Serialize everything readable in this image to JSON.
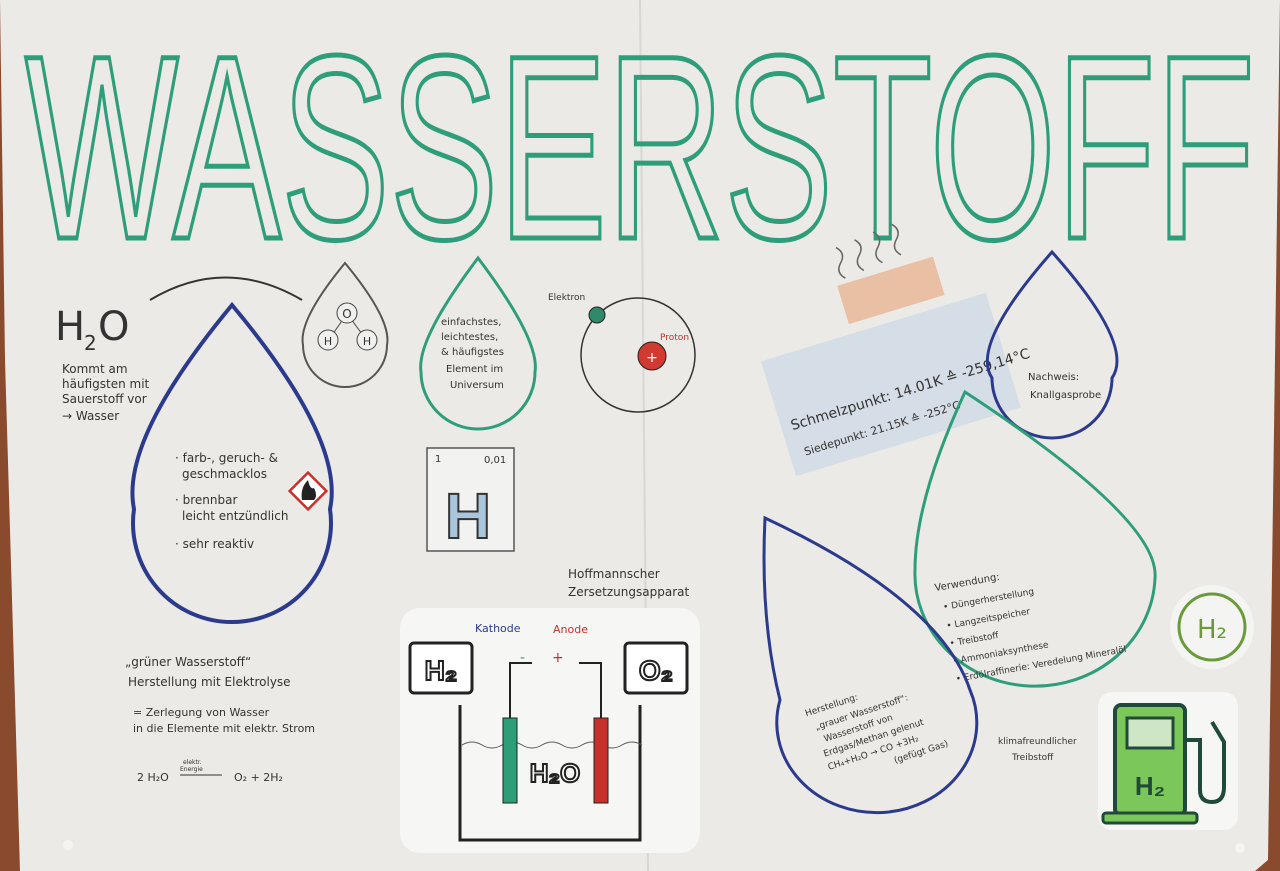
{
  "title": "WASSERSTOFF",
  "formula": {
    "h": "H",
    "sub": "2",
    "o": "O"
  },
  "left_note": [
    "Kommt am",
    "häufigsten mit",
    "Sauerstoff vor",
    "→ Wasser"
  ],
  "properties": [
    "· farb-, geruch- &",
    "geschmacklos",
    "· brennbar",
    "leicht entzündlich",
    "· sehr reaktiv"
  ],
  "molecule": {
    "center": "O",
    "left": "H",
    "right": "H"
  },
  "simple_drop": [
    "einfachstes,",
    "leichtestes,",
    "& häufigstes",
    "Element im",
    "Universum"
  ],
  "atom": {
    "electron": "Elektron",
    "proton": "Proton",
    "proton_sign": "+"
  },
  "element_card": {
    "number": "1",
    "mass": "0,01",
    "symbol": "H"
  },
  "points": {
    "melting": "Schmelzpunkt: 14.01K ≙ -259,14°C",
    "boiling": "Siedepunkt: 21.15K ≙ -252°C"
  },
  "nachweis": {
    "label": "Nachweis:",
    "value": "Knallgasprobe"
  },
  "verwendung": {
    "label": "Verwendung:",
    "items": [
      "• Düngerherstellung",
      "• Langzeitspeicher",
      "• Treibstoff",
      "• Ammoniaksynthese",
      "• Erdölraffinerie: Veredelung Mineralöl"
    ]
  },
  "herstellung": {
    "label": "Herstellung:",
    "lines": [
      "„grauer Wasserstoff“:",
      "Wasserstoff von",
      "Erdgas/Methan gelenut",
      "CH₄+H₂O → CO +3H₂",
      "(gefügt Gas)"
    ]
  },
  "climate": [
    "klimafreundlicher",
    "Treibstoff"
  ],
  "green": {
    "title": "„grüner Wasserstoff“",
    "line1": "Herstellung mit Elektrolyse",
    "line2": "= Zerlegung von Wasser",
    "line3": "in die Elemente mit elektr. Strom",
    "eq_left": "2 H₂O",
    "eq_arrow_top": "elektr.",
    "eq_arrow_bottom": "Energie",
    "eq_right": "O₂ + 2H₂"
  },
  "hoffmann": {
    "title1": "Hoffmannscher",
    "title2": "Zersetzungsapparat",
    "kathode": "Kathode",
    "anode": "Anode",
    "minus": "-",
    "plus": "+",
    "h2": "H₂",
    "o2": "O₂",
    "water": "H₂O"
  },
  "icons": {
    "h2_circle": "H₂",
    "pump": "H₂"
  },
  "colors": {
    "green": "#2e9e7a",
    "blue": "#2b3a8c",
    "red": "#c8302c",
    "paper": "#ebeae6"
  }
}
